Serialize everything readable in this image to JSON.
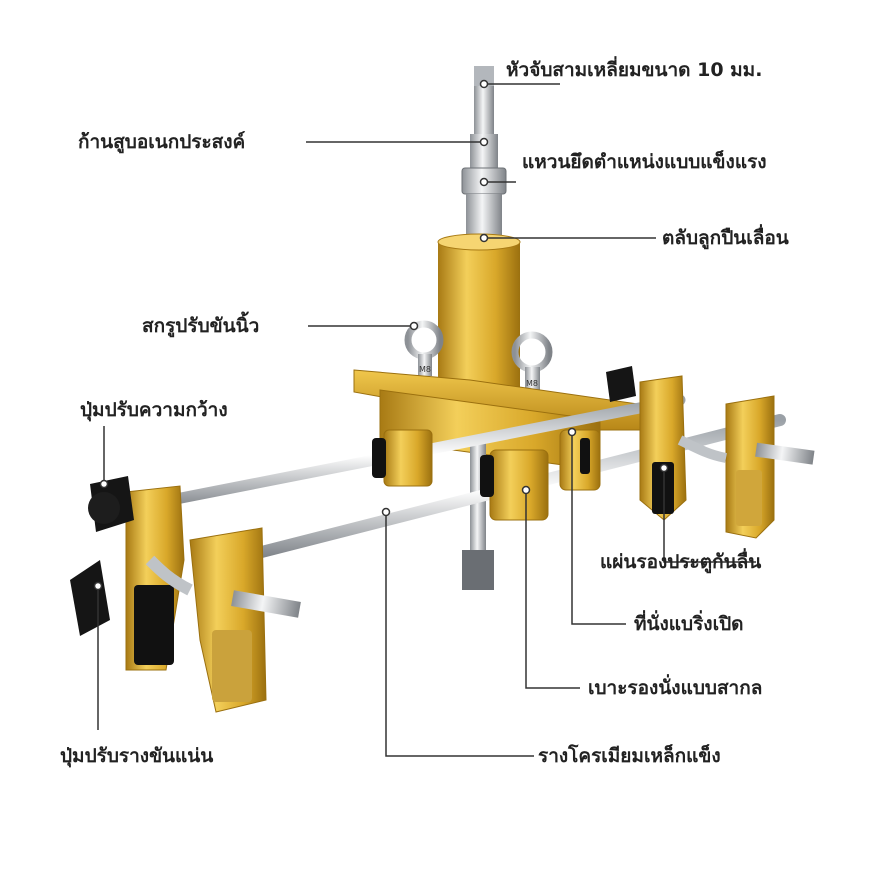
{
  "colors": {
    "gold": "#d9a82a",
    "gold_dark": "#a87a14",
    "steel": "#c9ccd0",
    "leader_line": "#333333",
    "label_text": "#222222",
    "rubber_pad": "#111111"
  },
  "labels": {
    "triangle_chuck": "หัวจับสามเหลี่ยมขนาด 10 มม.",
    "multipurpose_shaft": "ก้านสูบอเนกประสงค์",
    "fixed_ring": "แหวนยึดตำแหน่งแบบแข็งแรง",
    "sliding_bearing": "ตลับลูกปืนเลื่อน",
    "micro_screw": "สกรูปรับขันนิ้ว",
    "width_knob": "ปุ่มปรับความกว้าง",
    "anti_slip_pad": "แผ่นรองประตูกันลื่น",
    "open_seat": "ที่นั่งแบริ่งเปิด",
    "universal_seat": "เบาะรองนั่งแบบสากล",
    "rail_knob": "ปุ่มปรับรางขันแน่น",
    "chrome_rail": "รางโครเมียมเหล็กแข็ง"
  },
  "units": {
    "eye_bolt_mark_left": "M8",
    "eye_bolt_mark_right": "M8"
  }
}
